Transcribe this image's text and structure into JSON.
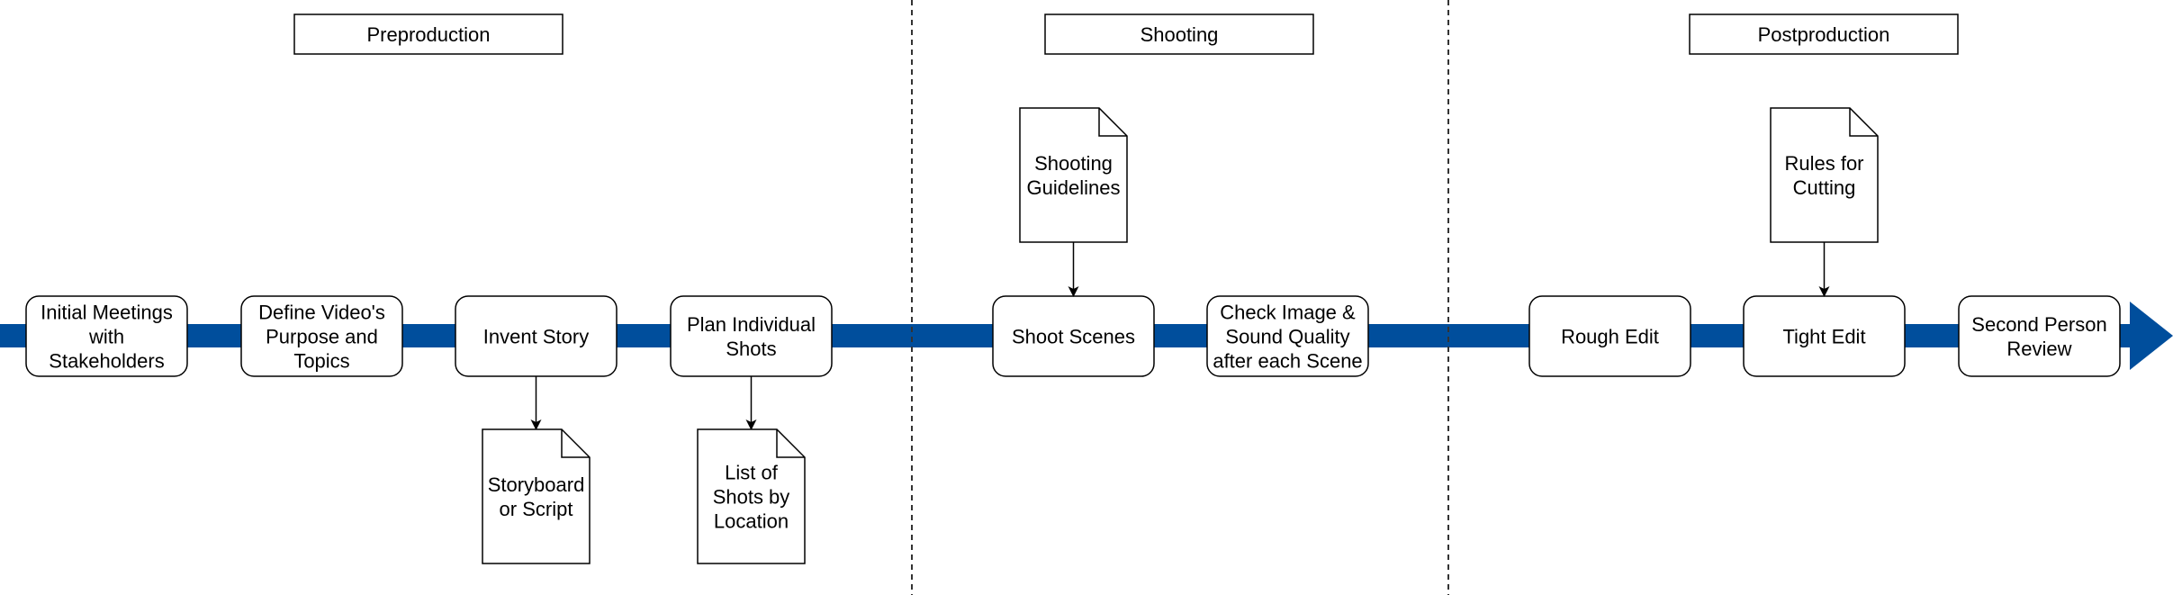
{
  "colors": {
    "timeline": "#004e9c",
    "stroke": "#000000",
    "fill": "#ffffff"
  },
  "phases": [
    {
      "label": "Preproduction"
    },
    {
      "label": "Shooting"
    },
    {
      "label": "Postproduction"
    }
  ],
  "steps": [
    {
      "lines": [
        "Initial Meetings",
        "with",
        "Stakeholders"
      ]
    },
    {
      "lines": [
        "Define Video's",
        "Purpose and",
        "Topics"
      ]
    },
    {
      "lines": [
        "Invent Story"
      ]
    },
    {
      "lines": [
        "Plan Individual",
        "Shots"
      ]
    },
    {
      "lines": [
        "Shoot Scenes"
      ]
    },
    {
      "lines": [
        "Check Image &",
        "Sound Quality",
        "after each Scene"
      ]
    },
    {
      "lines": [
        "Rough Edit"
      ]
    },
    {
      "lines": [
        "Tight Edit"
      ]
    },
    {
      "lines": [
        "Second Person",
        "Review"
      ]
    }
  ],
  "documents": [
    {
      "lines": [
        "Storyboard",
        "or Script"
      ],
      "step": 2
    },
    {
      "lines": [
        "List of",
        "Shots by",
        "Location"
      ],
      "step": 3
    },
    {
      "lines": [
        "Shooting",
        "Guidelines"
      ],
      "step": 4
    },
    {
      "lines": [
        "Rules for",
        "Cutting"
      ],
      "step": 7
    }
  ]
}
